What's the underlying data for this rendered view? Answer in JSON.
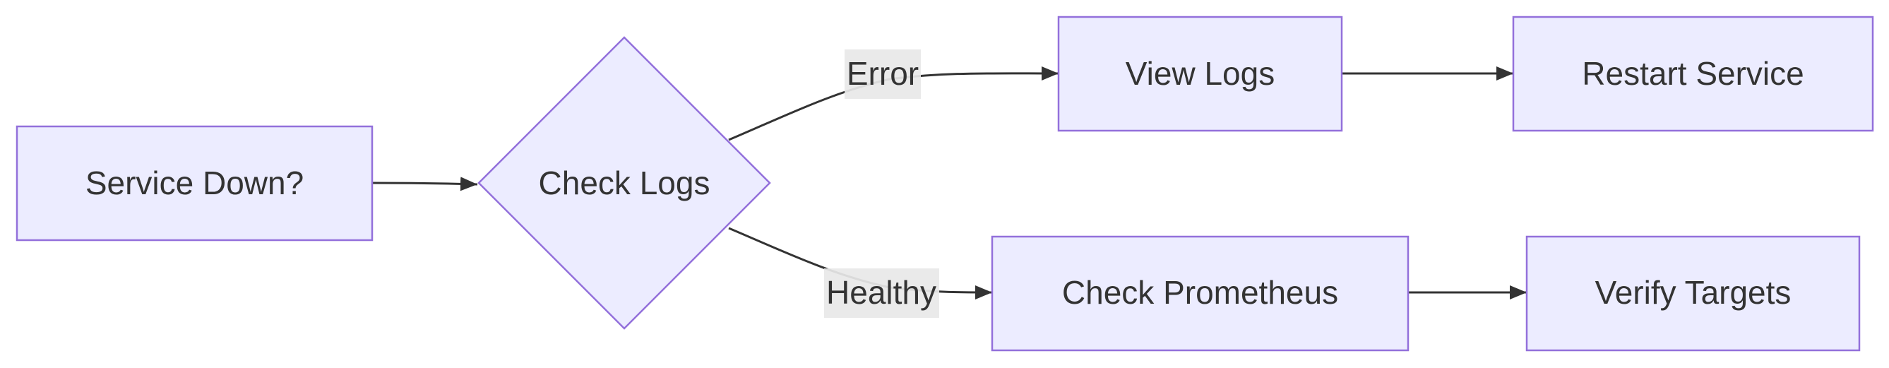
{
  "diagram": {
    "type": "flowchart",
    "direction": "left-to-right",
    "colors": {
      "node_fill": "#ECECFF",
      "node_stroke": "#9370DB",
      "edge": "#333333",
      "text": "#333333",
      "edge_label_background": "#e8e8e8"
    },
    "nodes": {
      "service_down": {
        "label": "Service Down?",
        "shape": "rectangle"
      },
      "check_logs": {
        "label": "Check Logs",
        "shape": "diamond"
      },
      "view_logs": {
        "label": "View Logs",
        "shape": "rectangle"
      },
      "restart_service": {
        "label": "Restart Service",
        "shape": "rectangle"
      },
      "check_prometheus": {
        "label": "Check Prometheus",
        "shape": "rectangle"
      },
      "verify_targets": {
        "label": "Verify Targets",
        "shape": "rectangle"
      }
    },
    "edges": [
      {
        "from": "service_down",
        "to": "check_logs",
        "label": ""
      },
      {
        "from": "check_logs",
        "to": "view_logs",
        "label": "Error"
      },
      {
        "from": "view_logs",
        "to": "restart_service",
        "label": ""
      },
      {
        "from": "check_logs",
        "to": "check_prometheus",
        "label": "Healthy"
      },
      {
        "from": "check_prometheus",
        "to": "verify_targets",
        "label": ""
      }
    ]
  }
}
